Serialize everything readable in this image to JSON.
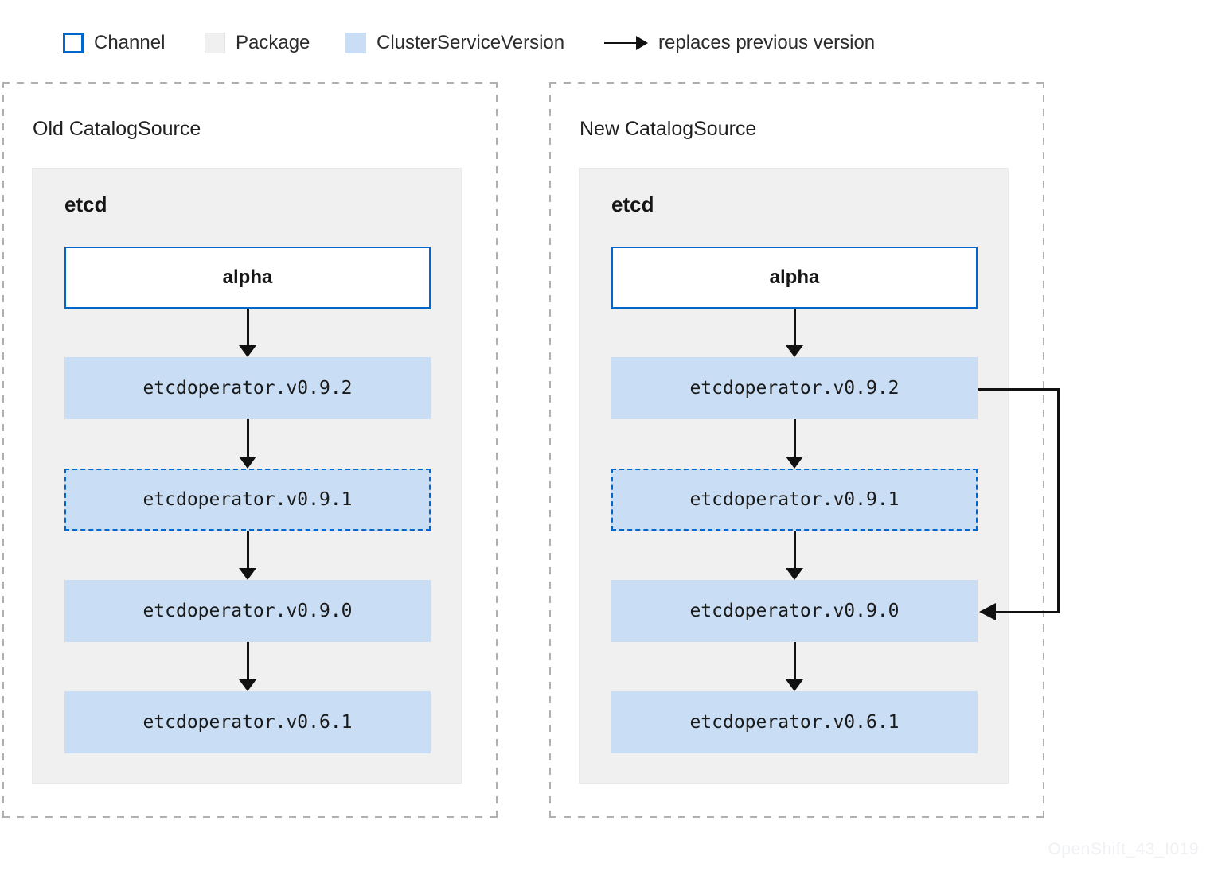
{
  "legend": {
    "items": [
      {
        "swatch": "channel",
        "label": "Channel"
      },
      {
        "swatch": "package",
        "label": "Package"
      },
      {
        "swatch": "csv",
        "label": "ClusterServiceVersion"
      },
      {
        "swatch": "replaces-arrow",
        "label": "replaces previous version"
      }
    ]
  },
  "panels": [
    {
      "title": "Old CatalogSource",
      "package": "etcd",
      "channel": "alpha",
      "versions": [
        "etcdoperator.v0.9.2",
        "etcdoperator.v0.9.1",
        "etcdoperator.v0.9.0",
        "etcdoperator.v0.6.1"
      ],
      "skip_arrow": false
    },
    {
      "title": "New CatalogSource",
      "package": "etcd",
      "channel": "alpha",
      "versions": [
        "etcdoperator.v0.9.2",
        "etcdoperator.v0.9.1",
        "etcdoperator.v0.9.0",
        "etcdoperator.v0.6.1"
      ],
      "skip_arrow": true,
      "skip_arrow_from": "etcdoperator.v0.9.2",
      "skip_arrow_to": "etcdoperator.v0.9.0"
    }
  ],
  "watermark": "OpenShift_43_I019",
  "colors": {
    "accent_blue": "#0066cc",
    "csv_fill": "#c9def4",
    "package_fill": "#f0f0f0",
    "arrow_black": "#111111",
    "container_dash_gray": "#b0b0b0"
  }
}
